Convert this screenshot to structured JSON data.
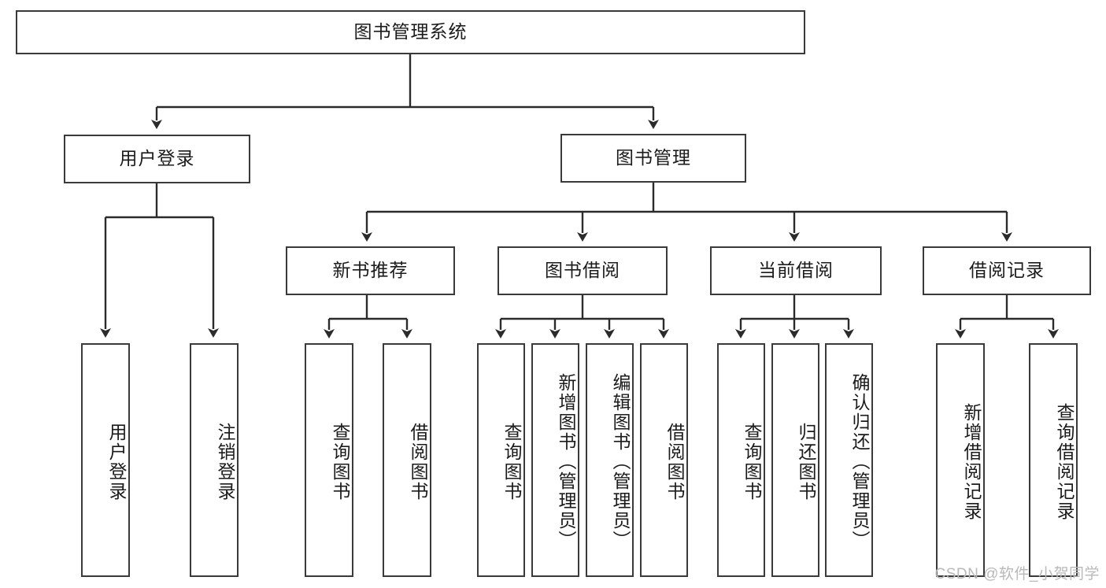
{
  "diagram": {
    "title": "图书管理系统",
    "type": "tree-hierarchy-diagram",
    "colors": {
      "box_border": "#3a3a3a",
      "box_fill": "#ffffff",
      "line": "#2b2b2b",
      "text": "#1b1b1b",
      "watermark": "#b9b9b9",
      "background": "#ffffff"
    },
    "root": {
      "label": "图书管理系统"
    },
    "level1": [
      {
        "label": "用户登录"
      },
      {
        "label": "图书管理"
      }
    ],
    "level2": [
      {
        "label": "新书推荐"
      },
      {
        "label": "图书借阅"
      },
      {
        "label": "当前借阅"
      },
      {
        "label": "借阅记录"
      }
    ],
    "leaves": {
      "user_login": [
        {
          "label": "用户登录"
        },
        {
          "label": "注销登录"
        }
      ],
      "new_book_recommend": [
        {
          "label": "查询图书"
        },
        {
          "label": "借阅图书"
        }
      ],
      "book_borrow": [
        {
          "label": "查询图书"
        },
        {
          "label": "新增图书（管理员）"
        },
        {
          "label": "编辑图书（管理员）"
        },
        {
          "label": "借阅图书"
        }
      ],
      "current_borrow": [
        {
          "label": "查询图书"
        },
        {
          "label": "归还图书"
        },
        {
          "label": "确认归还（管理员）"
        }
      ],
      "borrow_record": [
        {
          "label": "新增借阅记录"
        },
        {
          "label": "查询借阅记录"
        }
      ]
    },
    "watermark": "CSDN @软件_小贺同学"
  }
}
